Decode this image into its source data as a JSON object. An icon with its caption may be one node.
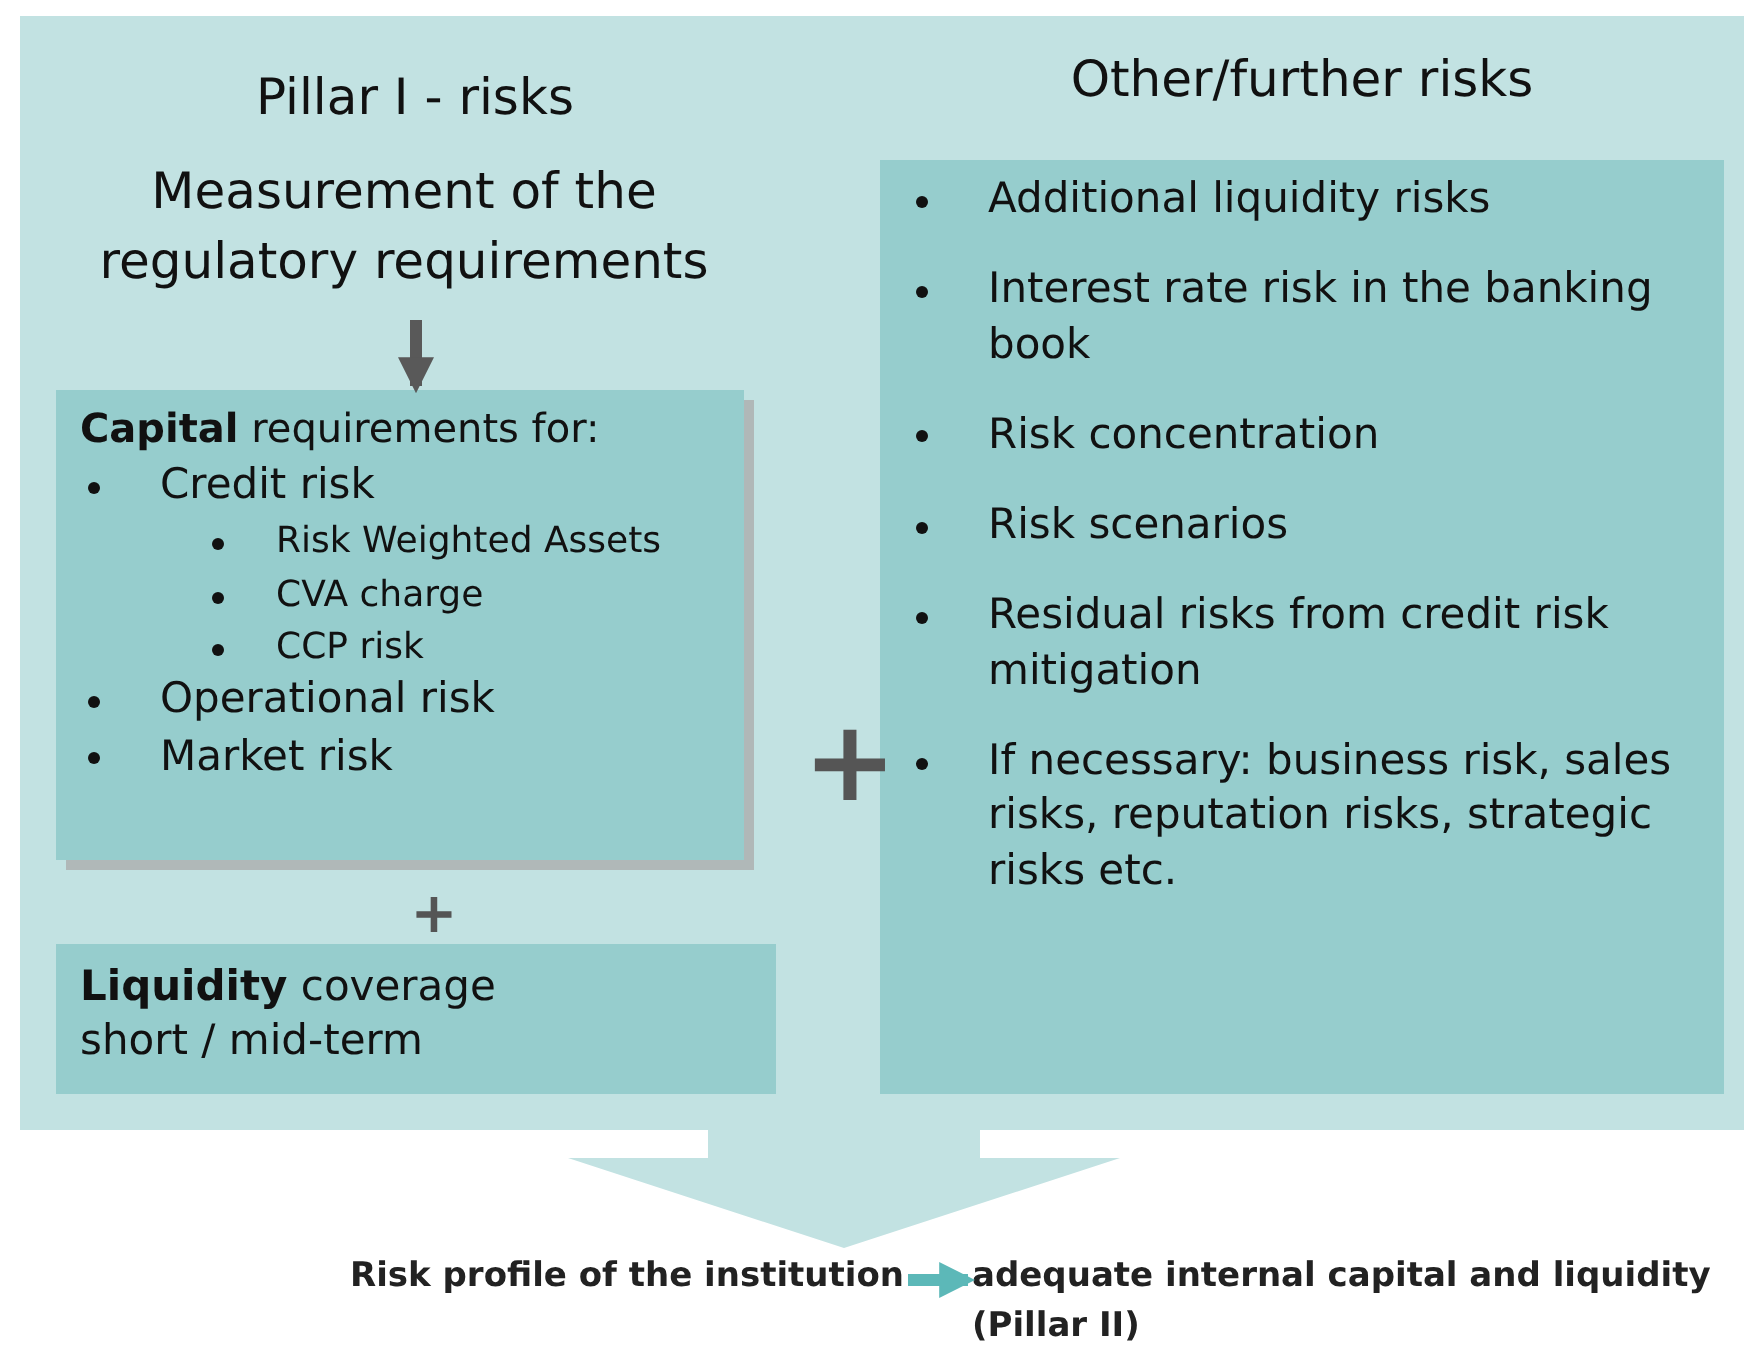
{
  "diagram": {
    "nodes": [
      {
        "text": [],
        "shape": "box"
      },
      {
        "text": [
          "Measurement of the regulatory requirements"
        ],
        "in": 0
      },
      {
        "text": [
          "**Capital** requirements for:",
          "Credit risk",
          "Risk Weighted Assets",
          "CVA charge",
          "CCP risk",
          "Operational risk",
          "Market risk"
        ],
        "in": 0
      },
      {
        "text": [
          "**Liquidity** coverage short / mid-term"
        ],
        "in": 0
      },
      {
        "text": [
          "Other/further risks",
          "Additional liquidity risks",
          "Interest rate risk in the banking book",
          "Risk concentration",
          "Risk scenarios",
          "Residual risks from credit risk mitigation",
          "If necessary: business risk, sales risks, reputation risks, strategic risks etc."
        ],
        "in": 0
      },
      {
        "text": [
          "Risk profile of the institution"
        ]
      },
      {
        "text": [
          "adequate internal capital and liquidity (Pillar II)"
        ]
      }
    ],
    "edges": [
      {
        "from": 1,
        "to": 2,
        "arrow": "to",
        "color": "#595959"
      },
      {
        "from": 0,
        "to": 5,
        "arrow": "to"
      },
      {
        "from": 5,
        "to": 6,
        "arrow": "to",
        "color": "#5cb8b8"
      }
    ],
    "labels": [
      "Pillar I - risks",
      "+",
      "+"
    ]
  }
}
